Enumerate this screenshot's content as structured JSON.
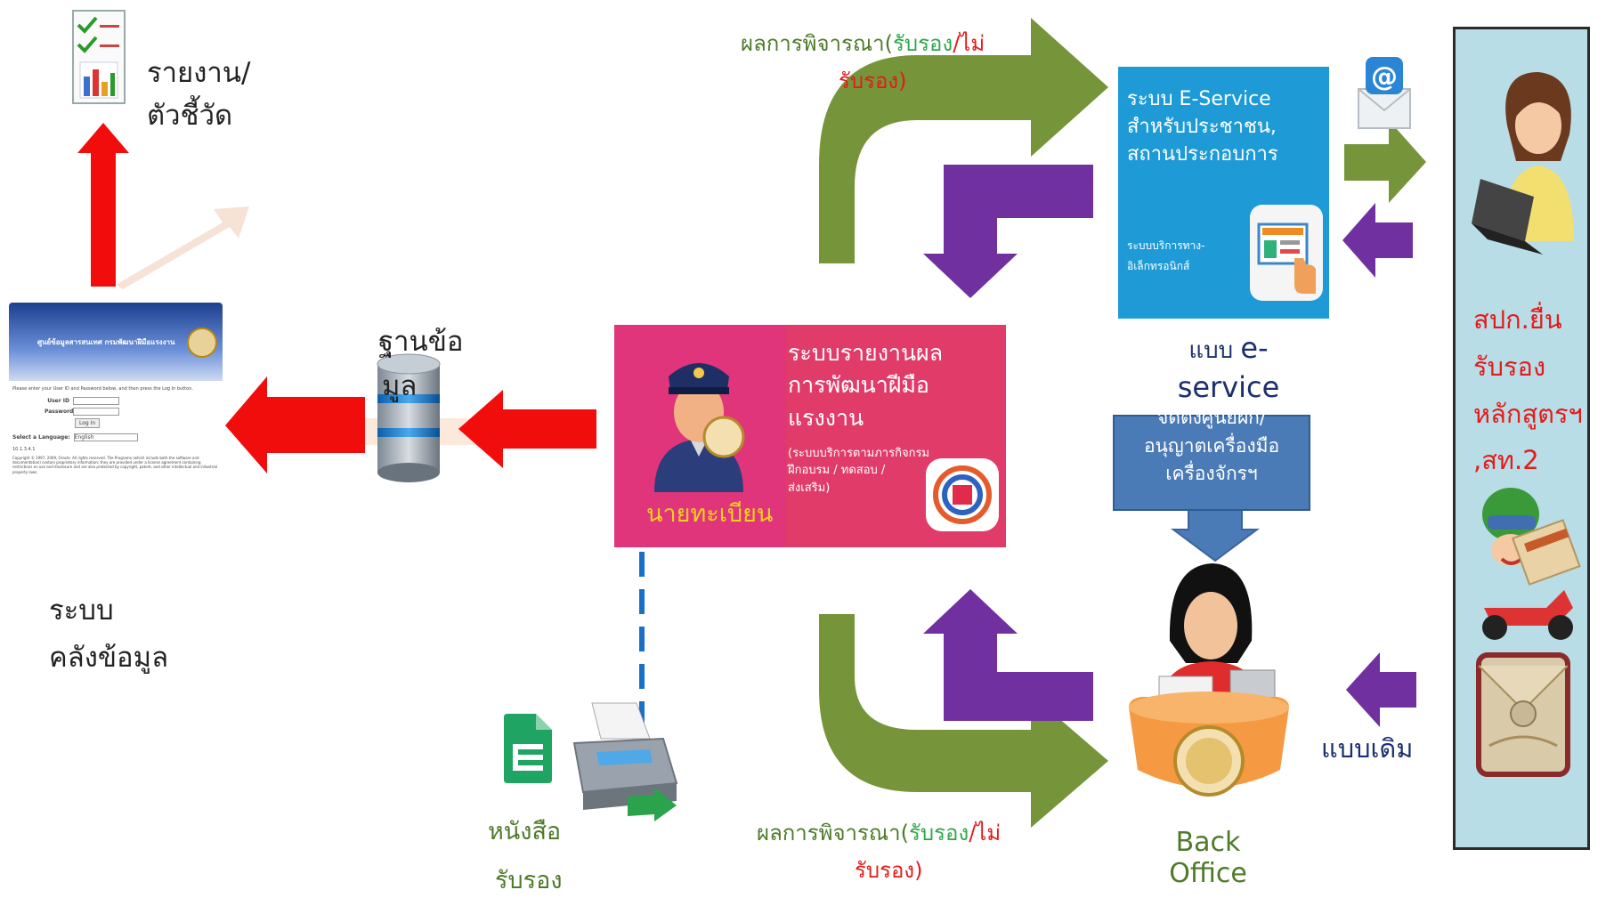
{
  "report": {
    "line1": "รายงาน/",
    "line2": "ตัวชี้วัด"
  },
  "warehouse": {
    "line1": "ระบบ",
    "line2": "คลังข้อมูล"
  },
  "database_label": {
    "line1": "ฐานข้อ",
    "line2": "มูล"
  },
  "registrar": {
    "title_line1": "ระบบรายงานผล",
    "title_line2": "การพัฒนาฝีมือ",
    "title_line3": "แรงงาน",
    "sub_line1": "(ระบบบริการตามภารกิจกรม",
    "sub_line2": "ฝึกอบรม / ทดสอบ /",
    "sub_line3": "ส่งเสริม)",
    "role": "นายทะเบียน"
  },
  "eservice_box": {
    "line1": "ระบบ E-Service",
    "line2": "สำหรับประชาชน,",
    "line3": "สถานประกอบการ",
    "sub1": "ระบบบริการทาง-",
    "sub2": "อิเล็กทรอนิกส์"
  },
  "top_result": {
    "prefix": "ผลการพิจารณา(",
    "yes": "รับรอง",
    "slash": "/ไม่",
    "line2": "รับรอง)"
  },
  "bottom_result": {
    "prefix": "ผลการพิจารณา(",
    "yes": "รับรอง",
    "slash": "/ไม่",
    "line2": "รับรอง)"
  },
  "eservice_label": {
    "line1_th": "แบบ ",
    "line1_en": "e-",
    "line2": "service"
  },
  "callout": {
    "line1": "จัดตั้งศูนย์ฝึก/",
    "line2": "อนุญาตเครื่องมือ",
    "line3": "เครื่องจักรฯ"
  },
  "back_office": {
    "line1": "Back",
    "line2": "Office"
  },
  "right_panel": {
    "line1": "สปก.ยื่น",
    "line2": "รับรอง",
    "line3": "หลักสูตรฯ",
    "line4": ",สท.2"
  },
  "traditional": "แบบเดิม",
  "certificate": {
    "line1": "หนังสือ",
    "line2": "รับรอง"
  },
  "login_screen": {
    "header": "ศูนย์ข้อมูลสารสนเทศ กรมพัฒนาฝีมือแรงงาน",
    "prompt": "Please enter your User ID and Password below, and then press the Log In button.",
    "user_label": "User ID",
    "password_label": "Password",
    "login_button": "Log In",
    "language_label": "Select a Language:",
    "language_value": "English",
    "version": "10.1.3.4.1",
    "copyright": "Copyright © 1997, 2009, Oracle. All rights reserved. The Programs (which include both the software and documentation) contain proprietary information; they are provided under a license agreement containing restrictions on use and disclosure and are also protected by copyright, patent, and other intellectual and industrial property laws."
  },
  "colors": {
    "red_arrow": "#f20d0d",
    "green_arrow": "#76953a",
    "purple_arrow": "#7030a0",
    "registrar_pink": "#e5386a",
    "eservice_blue": "#1e9bd7",
    "callout_blue": "#4a7bb7",
    "panel_bg": "#b9dde6"
  }
}
